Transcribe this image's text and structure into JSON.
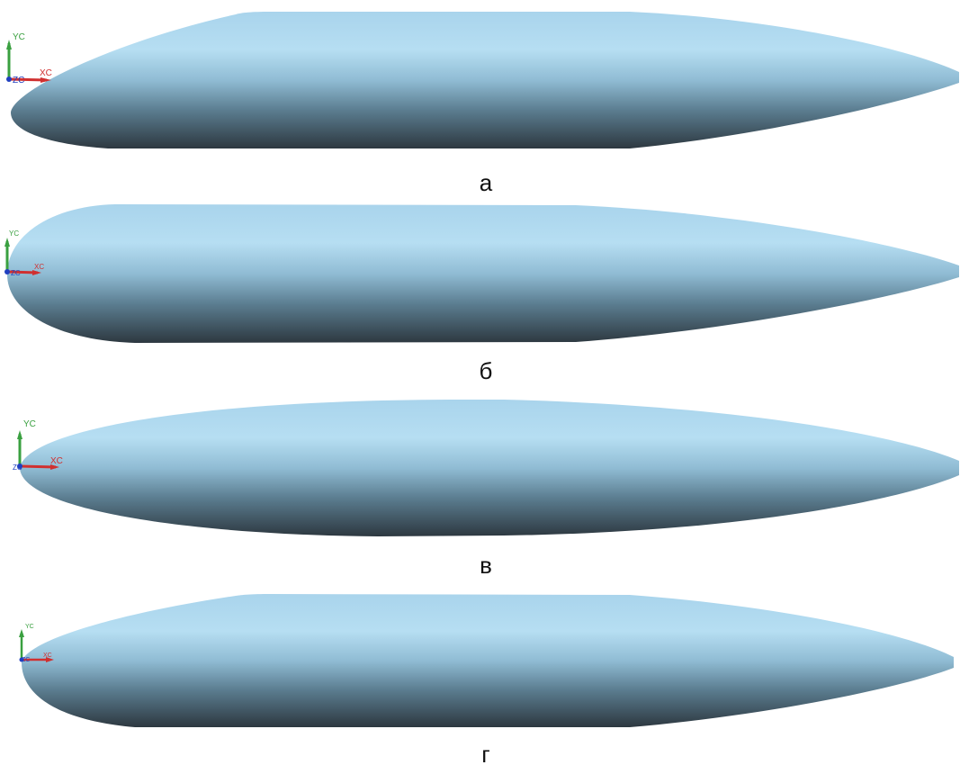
{
  "figure": {
    "panels": [
      {
        "id": "a",
        "caption": "а",
        "axes": {
          "y": "YC",
          "x": "XC",
          "z": "ZC"
        }
      },
      {
        "id": "b",
        "caption": "б",
        "axes": {
          "y": "YC",
          "x": "XC",
          "z": "ZC"
        }
      },
      {
        "id": "v",
        "caption": "в",
        "axes": {
          "y": "YC",
          "x": "XC",
          "z": "ZC"
        }
      },
      {
        "id": "g",
        "caption": "г",
        "axes": {
          "y": "YC",
          "x": "XC",
          "z": "ZC"
        }
      }
    ]
  },
  "colors": {
    "body_light": "#b4dcf0",
    "body_mid": "#87b3cc",
    "body_dark": "#2f3b44",
    "axis_y": "#3aa040",
    "axis_x": "#d03030",
    "axis_z": "#2040c0"
  }
}
